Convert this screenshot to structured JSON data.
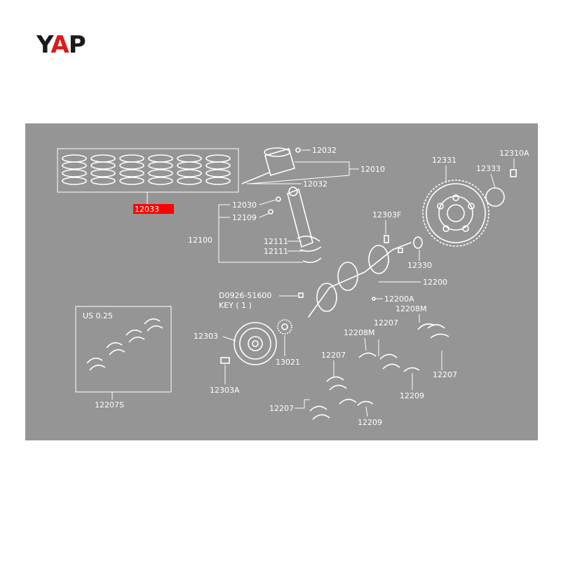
{
  "logo": {
    "y": "Y",
    "a": "A",
    "p": "P",
    "color_accent": "#e01818"
  },
  "panel": {
    "background": "#959595"
  },
  "callouts": {
    "c12032a": "12032",
    "c12010": "12010",
    "c12032b": "12032",
    "c12033": "12033",
    "c12030": "12030",
    "c12109": "12109",
    "c12100": "12100",
    "c12111a": "12111",
    "c12111b": "12111",
    "c12303f": "12303F",
    "c12331": "12331",
    "c12310a": "12310A",
    "c12333": "12333",
    "c12330": "12330",
    "c12200": "12200",
    "c12200a": "12200A",
    "cd0926": "D0926-51600",
    "ckey": "KEY ( 1 )",
    "cus": "US 0.25",
    "c12207s": "12207S",
    "c12303": "12303",
    "c13021": "13021",
    "c12303a": "12303A",
    "c12208ma": "12208M",
    "c12208mb": "12208M",
    "c12207a": "12207",
    "c12207b": "12207",
    "c12207c": "12207",
    "c12207d": "12207",
    "c12209a": "12209",
    "c12209b": "12209"
  },
  "highlight_color": "#ff0000"
}
